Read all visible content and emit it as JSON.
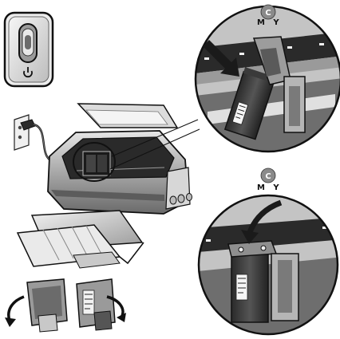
{
  "figure": {
    "type": "printer-ink-cartridge-installation-illustration",
    "panels": [
      "power-button-inset",
      "printer-overview",
      "cartridge-insert-detail-top",
      "cartridge-seated-detail-bottom",
      "cartridge-tape-removal"
    ],
    "callouts": {
      "top_circle": {
        "c": "C",
        "m": "M",
        "y": "Y"
      },
      "bottom_circle": {
        "c": "C",
        "m": "M",
        "y": "Y"
      }
    },
    "icons": [
      "power-icon",
      "insert-arrow-icon",
      "rotate-arrow-icon",
      "power-plug-icon"
    ],
    "colors": {
      "line": "#111111",
      "shade_dark": "#3a3a3a",
      "shade_mid": "#8a8a8a",
      "shade_light": "#cfcfcf",
      "background": "#ffffff"
    }
  }
}
